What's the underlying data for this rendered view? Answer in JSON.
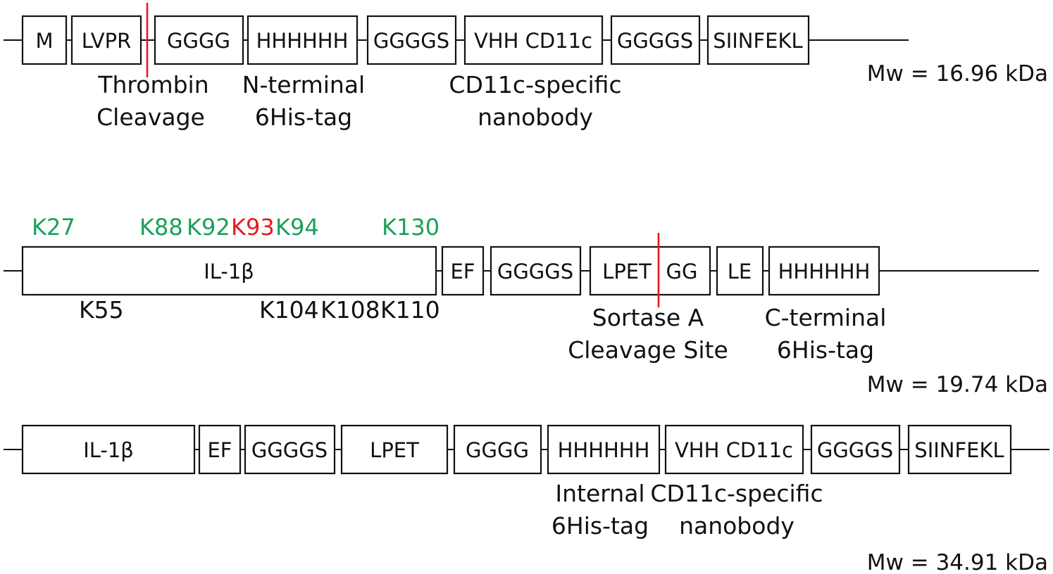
{
  "construct1": {
    "segments": [
      "M",
      "LVPR",
      "GGGG",
      "HHHHHH",
      "GGGGS",
      "VHH CD11c",
      "GGGGS",
      "SIINFEKL"
    ],
    "annotations": [
      {
        "lines": [
          "Thrombin",
          "Cleavage"
        ]
      },
      {
        "lines": [
          "N-terminal",
          "6His-tag"
        ]
      },
      {
        "lines": [
          "CD11c-specific",
          "nanobody"
        ]
      }
    ],
    "mw": "Mw = 16.96 kDa"
  },
  "construct2": {
    "segments": [
      "IL-1β",
      "EF",
      "GGGGS",
      "LPET",
      "GG",
      "LE",
      "HHHHHH"
    ],
    "lysines_top": [
      {
        "text": "K27",
        "color": "#1aa05a"
      },
      {
        "text": "K88",
        "color": "#1aa05a"
      },
      {
        "text": "K92",
        "color": "#1aa05a"
      },
      {
        "text": "K93",
        "color": "#e31b23"
      },
      {
        "text": "K94",
        "color": "#1aa05a"
      },
      {
        "text": "K130",
        "color": "#1aa05a"
      }
    ],
    "lysines_bottom": [
      "K55",
      "K104",
      "K108",
      "K110"
    ],
    "annotations": [
      {
        "lines": [
          "Sortase A",
          "Cleavage Site"
        ]
      },
      {
        "lines": [
          "C-terminal",
          "6His-tag"
        ]
      }
    ],
    "mw": "Mw = 19.74 kDa"
  },
  "construct3": {
    "segments": [
      "IL-1β",
      "EF",
      "GGGGS",
      "LPET",
      "GGGG",
      "HHHHHH",
      "VHH CD11c",
      "GGGGS",
      "SIINFEKL"
    ],
    "annotations": [
      {
        "lines": [
          "Internal",
          "6His-tag"
        ]
      },
      {
        "lines": [
          "CD11c-specific",
          "nanobody"
        ]
      }
    ],
    "mw": "Mw = 34.91 kDa"
  },
  "colors": {
    "cleavage_mark": "#e31b23",
    "lysine_green": "#1aa05a",
    "lysine_red": "#e31b23"
  }
}
